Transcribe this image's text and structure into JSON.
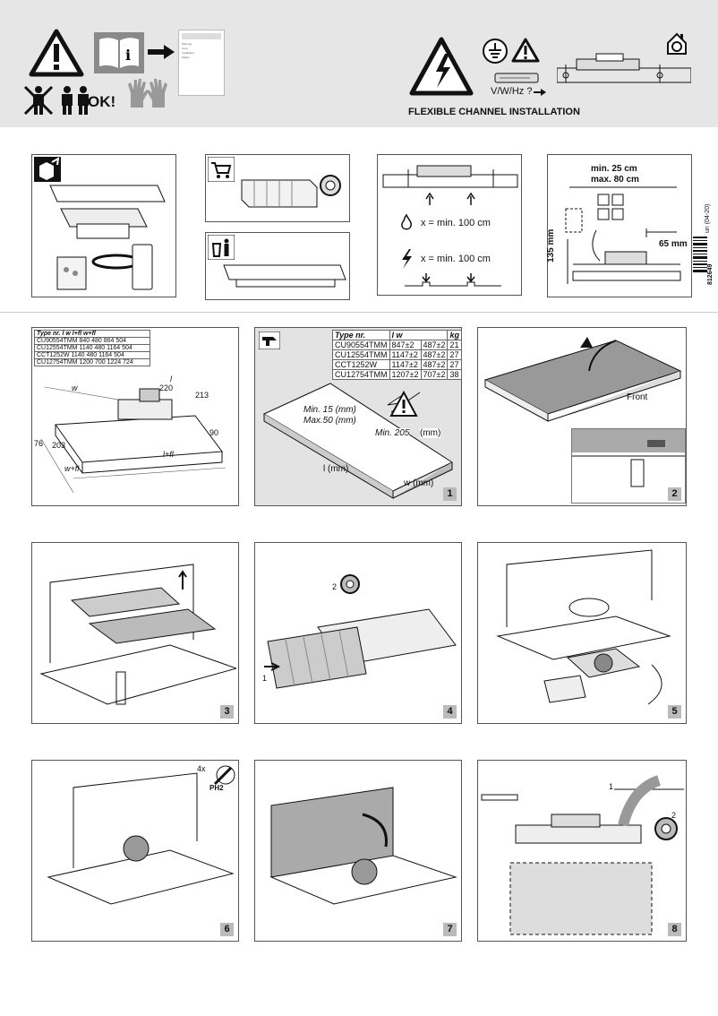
{
  "header": {
    "ok_label": "OK!",
    "title": "FLEXIBLE CHANNEL INSTALLATION",
    "voltage": "V/W/Hz ?",
    "booklet_lines": [
      "Warning",
      "Care",
      "Installation",
      "Safety"
    ]
  },
  "prep": {
    "clearance_fire": "x = min. 100 cm",
    "clearance_electric": "x = min. 100 cm",
    "min_dist": "min. 25 cm",
    "max_dist": "max. 80 cm",
    "side_dist": "65 mm",
    "height_dist": "135 mm",
    "doc_code": "un (04-20)",
    "barcode_number": "812649"
  },
  "dims_table": {
    "header": "Type nr.  l w l+fl w+fl",
    "rows": [
      "CU90554TMM 840 480 864 504",
      "CU12554TMM 1140 480 1164 504",
      "CCT1252W 1140 480 1164 504",
      "CU12754TMM 1200 700 1224 724"
    ],
    "dim_w": "w",
    "dim_l": "l",
    "dim_220": "220",
    "dim_213": "213",
    "dim_90": "90",
    "dim_76": "76",
    "dim_203": "203",
    "dim_wfl": "w+fl",
    "dim_lfl": "l+fl"
  },
  "step1": {
    "headers": [
      "Type nr.",
      "l w",
      "kg"
    ],
    "rows": [
      [
        "CU90554TMM",
        "847±2",
        "487±2",
        "21"
      ],
      [
        "CU12554TMM",
        "1147±2",
        "487±2",
        "27"
      ],
      [
        "CCT1252W",
        "1147±2",
        "487±2",
        "27"
      ],
      [
        "CU12754TMM",
        "1207±2",
        "707±2",
        "38"
      ]
    ],
    "min15": "Min. 15 (mm)",
    "max50": "Max.50 (mm)",
    "min205": "Min. 205",
    "min205_unit": "(mm)",
    "l_label": "l (mm)",
    "w_label": "w (mm)"
  },
  "step2": {
    "front_label": "Front"
  },
  "steps": {
    "s1": "1",
    "s2": "2",
    "s3": "3",
    "s4": "4",
    "s5": "5",
    "s6": "6",
    "s7": "7",
    "s8": "8",
    "s4_callout_1": "1",
    "s4_callout_2": "2",
    "s6_count": "4x",
    "s6_tool": "PH2",
    "s8_callout_1": "1",
    "s8_callout_2": "2"
  }
}
